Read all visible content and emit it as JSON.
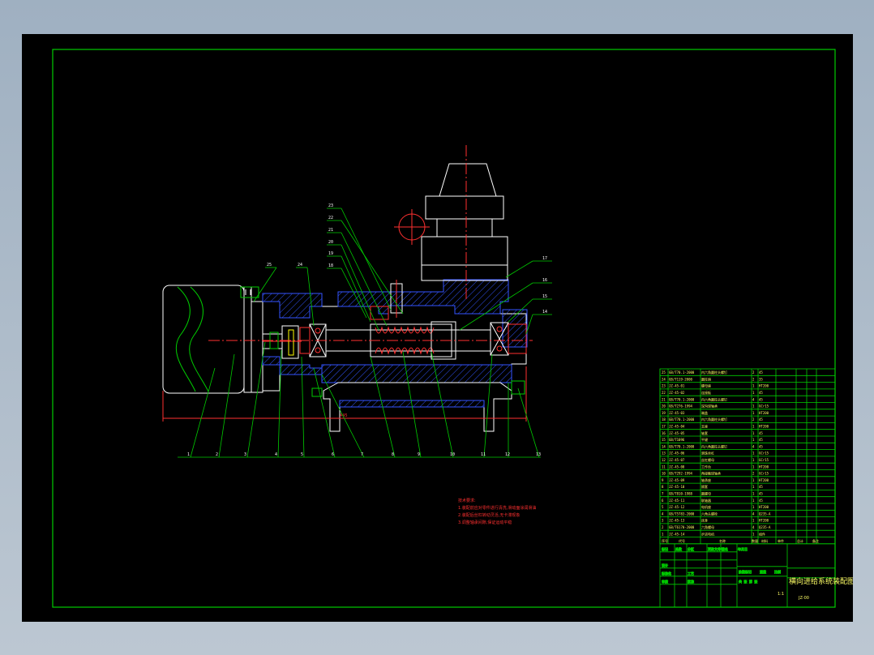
{
  "balloons_upper": [
    "23",
    "22",
    "21",
    "20",
    "19",
    "18"
  ],
  "balloons_left": [
    "25",
    "24"
  ],
  "balloons_right": [
    "17",
    "16",
    "15",
    "14"
  ],
  "balloons_bottom": [
    "1",
    "2",
    "3",
    "4",
    "5",
    "6",
    "7",
    "8",
    "9",
    "10",
    "11",
    "12",
    "13"
  ],
  "dimension_text": "445",
  "notes": {
    "title": "技术要求:",
    "lines": [
      "1.装配前应对零件进行清洗,滑动面涂润滑油",
      "2.装配后丝杠转动灵活,无卡滞现象",
      "3.调整轴承间隙,保证运动平稳"
    ]
  },
  "bom": {
    "rows": [
      [
        "25",
        "GB/T70.1-2000",
        "内六角圆柱头螺钉",
        "2",
        "45"
      ],
      [
        "24",
        "GB/T119-2000",
        "圆柱销",
        "2",
        "35"
      ],
      [
        "23",
        "JZ-45-01",
        "螺母座",
        "1",
        "HT200"
      ],
      [
        "22",
        "JZ-45-02",
        "连接板",
        "1",
        "45"
      ],
      [
        "21",
        "GB/T70.1-2000",
        "内六角圆柱头螺钉",
        "4",
        "45"
      ],
      [
        "20",
        "GB/T276-1994",
        "深沟球轴承",
        "1",
        "GCr15"
      ],
      [
        "19",
        "JZ-45-03",
        "端盖",
        "1",
        "HT200"
      ],
      [
        "18",
        "GB/T70.1-2000",
        "内六角圆柱头螺钉",
        "2",
        "45"
      ],
      [
        "17",
        "JZ-45-04",
        "支座",
        "1",
        "HT200"
      ],
      [
        "16",
        "JZ-45-05",
        "轴套",
        "1",
        "45"
      ],
      [
        "15",
        "GB/T1096",
        "平键",
        "1",
        "45"
      ],
      [
        "14",
        "GB/T70.1-2000",
        "内六角圆柱头螺钉",
        "4",
        "45"
      ],
      [
        "13",
        "JZ-45-06",
        "滚珠丝杠",
        "1",
        "GCr15"
      ],
      [
        "12",
        "JZ-45-07",
        "丝杠螺母",
        "1",
        "GCr15"
      ],
      [
        "11",
        "JZ-45-08",
        "工作台",
        "1",
        "HT200"
      ],
      [
        "10",
        "GB/T292-1994",
        "角接触球轴承",
        "2",
        "GCr15"
      ],
      [
        "9",
        "JZ-45-09",
        "轴承座",
        "1",
        "HT200"
      ],
      [
        "8",
        "JZ-45-10",
        "隔套",
        "1",
        "45"
      ],
      [
        "7",
        "GB/T810-1988",
        "圆螺母",
        "1",
        "45"
      ],
      [
        "6",
        "JZ-45-11",
        "联轴器",
        "1",
        "45"
      ],
      [
        "5",
        "JZ-45-12",
        "电机座",
        "1",
        "HT200"
      ],
      [
        "4",
        "GB/T5783-2000",
        "六角头螺栓",
        "4",
        "Q235-A"
      ],
      [
        "3",
        "JZ-45-13",
        "床身",
        "1",
        "HT200"
      ],
      [
        "2",
        "GB/T6170-2000",
        "六角螺母",
        "4",
        "Q235-A"
      ],
      [
        "1",
        "JZ-45-14",
        "步进电机",
        "1",
        "组件"
      ]
    ],
    "header": [
      "序号",
      "代号",
      "名称",
      "数量",
      "材料",
      "单件",
      "总计",
      "备注"
    ]
  },
  "title_block": {
    "drawing_title": "横向进给系统装配图",
    "drawing_code": "JZ-00",
    "labels": [
      "标记",
      "处数",
      "分区",
      "更改文件号",
      "签名",
      "年月日",
      "设计",
      "标准化",
      "审核",
      "工艺",
      "批准",
      "阶段标记",
      "重量",
      "比例",
      "共 张 第 张"
    ],
    "scale": "1:1"
  }
}
